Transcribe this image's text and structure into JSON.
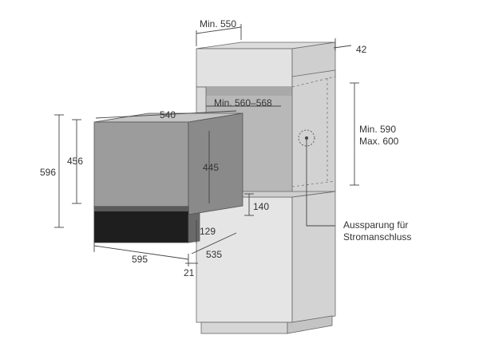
{
  "colors": {
    "cabinet_light": "#e7e7e7",
    "cabinet_mid": "#d5d5d5",
    "cabinet_dark": "#b9b9b9",
    "appliance_front": "#9c9c9c",
    "appliance_top": "#c4c4c4",
    "appliance_side": "#8a8a8a",
    "drawer": "#1a1a1a",
    "line": "#444444",
    "text": "#333333"
  },
  "labels": {
    "min_width": "Min. 550",
    "depth_top": "42",
    "appliance_width": "540",
    "niche_width": "Min. 560–568",
    "niche_height_min": "Min. 590",
    "niche_height_max": "Max. 600",
    "overall_height": "596",
    "front_height": "456",
    "body_height": "445",
    "shelf_gap": "140",
    "drawer_height": "129",
    "total_width": "595",
    "body_depth": "535",
    "front_depth": "21",
    "socket_note_line1": "Aussparung für",
    "socket_note_line2": "Stromanschluss"
  }
}
